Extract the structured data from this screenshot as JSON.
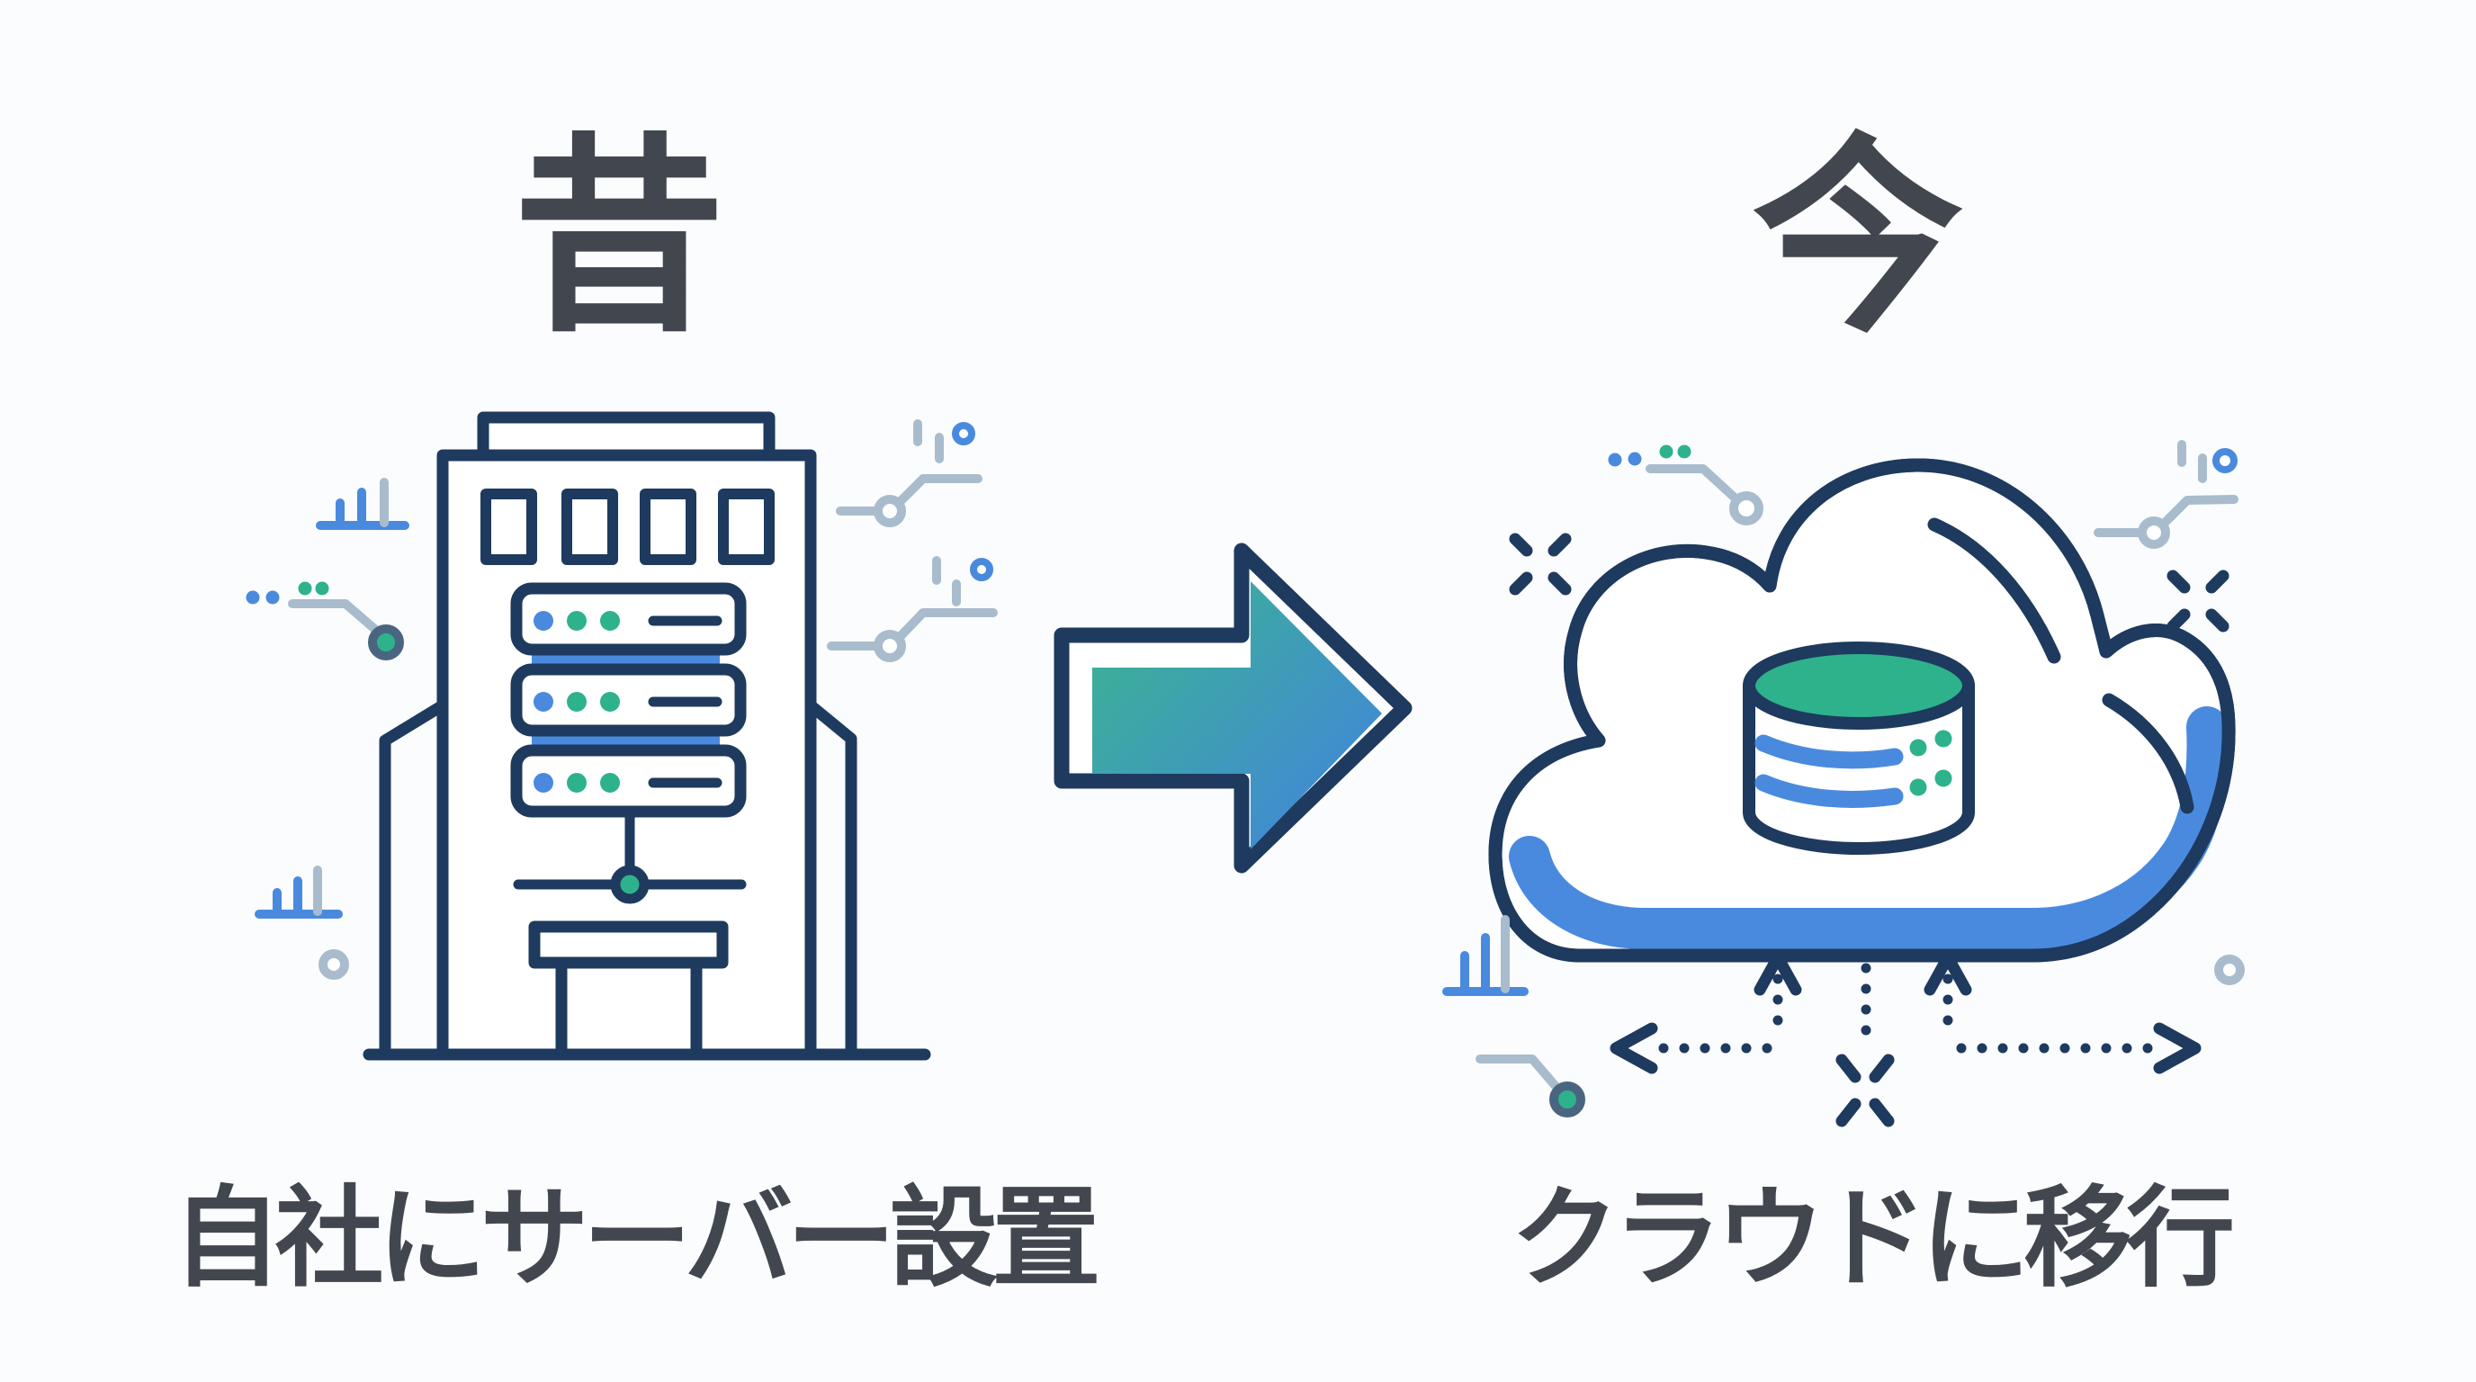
{
  "panels": {
    "before": {
      "title": "昔",
      "caption": "自社にサーバー設置",
      "illustration": "office-building-with-server-rack"
    },
    "after": {
      "title": "今",
      "caption": "クラウドに移行",
      "illustration": "cloud-with-database-and-scale-out-arrows"
    }
  },
  "arrow": {
    "direction": "right",
    "meaning": "migration-from-onpremise-to-cloud"
  },
  "icons": [
    "building-icon",
    "window-icon",
    "server-rack-icon",
    "server-unit-icon",
    "status-dots",
    "network-node-icon",
    "entrance-icon",
    "ground-line",
    "migration-arrow-icon",
    "cloud-icon",
    "database-icon",
    "database-rows",
    "dotted-up-arrow-icon",
    "dotted-left-arrow-icon",
    "dotted-right-arrow-icon",
    "sparkle-icon",
    "bar-chart-icon",
    "circuit-trace-icon",
    "data-dots-icon",
    "ring-icon"
  ],
  "palette": {
    "navy": "#1e3a5e",
    "blue": "#4a8ade",
    "teal": "#2eb28c",
    "gray": "#a9bccd",
    "slate": "#4a6580",
    "ink": "#42474f",
    "bg": "#fbfcfd",
    "arrow_gradient_start": "#3cb68d",
    "arrow_gradient_end": "#4187d9"
  }
}
